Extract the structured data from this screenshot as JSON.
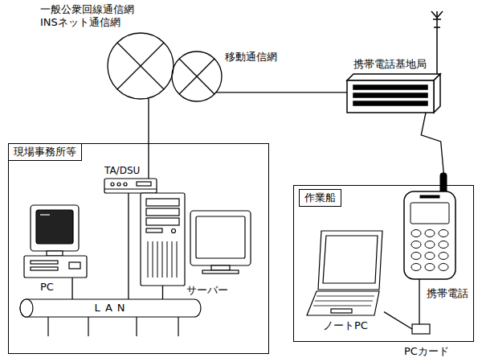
{
  "diagram": {
    "nodes": [
      {
        "text": [
          "一般公衆回線通信網 INSネット通信網"
        ]
      },
      {
        "text": [
          "移動通信網"
        ]
      },
      {
        "text": [
          "携帯電話基地局"
        ]
      },
      {
        "text": [
          "現場事務所等"
        ]
      },
      {
        "text": [
          "TA/DSU"
        ],
        "in": 3
      },
      {
        "text": [
          "PC"
        ],
        "in": 3
      },
      {
        "text": [
          "サーバー"
        ],
        "in": 3
      },
      {
        "text": [
          "LAN"
        ],
        "in": 3
      },
      {
        "text": [
          "作業船"
        ]
      },
      {
        "text": [
          "ノートPC"
        ],
        "in": 8
      },
      {
        "text": [
          "携帯電話"
        ],
        "in": 8
      },
      {
        "text": [
          "PCカード"
        ],
        "in": 8
      }
    ],
    "edges": [
      {
        "from": 0,
        "to": 4,
        "arrow": "none"
      },
      {
        "from": 4,
        "to": 7,
        "arrow": "none"
      },
      {
        "from": 5,
        "to": 7,
        "arrow": "none"
      },
      {
        "from": 6,
        "to": 7,
        "arrow": "none"
      },
      {
        "from": 1,
        "to": 2,
        "arrow": "none"
      },
      {
        "from": 2,
        "to": 10,
        "arrow": "none"
      },
      {
        "from": 9,
        "to": 11,
        "arrow": "none"
      },
      {
        "from": 11,
        "to": 10,
        "arrow": "none"
      }
    ]
  }
}
